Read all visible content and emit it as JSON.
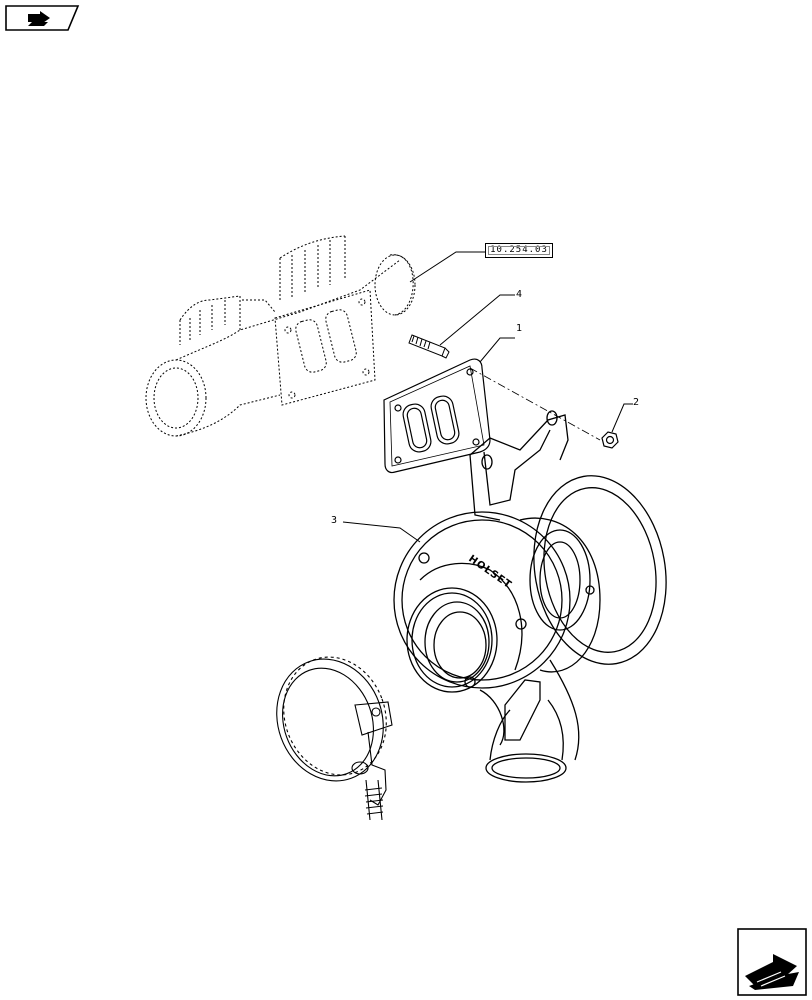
{
  "navigation": {
    "top_icon": "vehicle-section-icon",
    "next_icon": "next-page-arrow-icon"
  },
  "cross_reference": "10.254.03",
  "callouts": [
    {
      "id": "1",
      "label": "1"
    },
    {
      "id": "2",
      "label": "2"
    },
    {
      "id": "3",
      "label": "3"
    },
    {
      "id": "4",
      "label": "4"
    }
  ],
  "housing_text": "HOLSET"
}
